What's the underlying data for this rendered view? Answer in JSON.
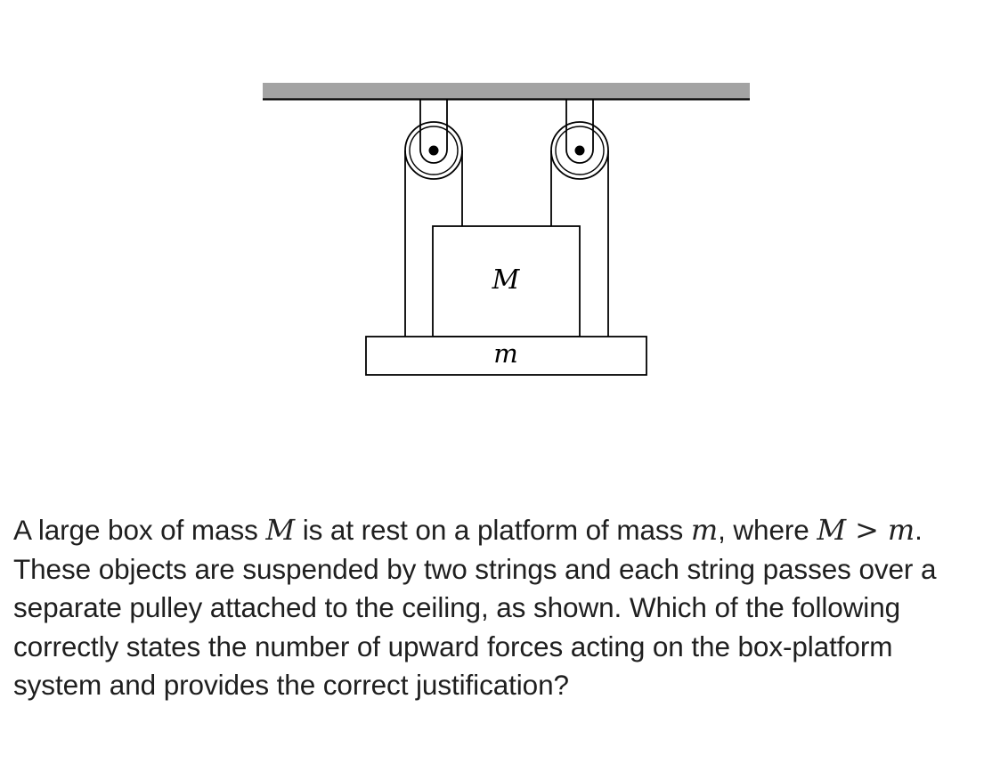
{
  "diagram": {
    "box_label": "M",
    "platform_label": "m",
    "ceiling_color": "#a3a3a3",
    "line_color": "#000000"
  },
  "question": {
    "part1": "A large box of mass ",
    "mass_box": "M",
    "part2": " is at rest on a platform of mass ",
    "mass_platform": "m",
    "part3": ", where ",
    "relation": "M > m",
    "part4": ". These objects are suspended by two strings and each string passes over a separate pulley attached to the ceiling, as shown. Which of the following correctly states the number of upward forces acting on the box-platform system and provides the correct justification?"
  }
}
